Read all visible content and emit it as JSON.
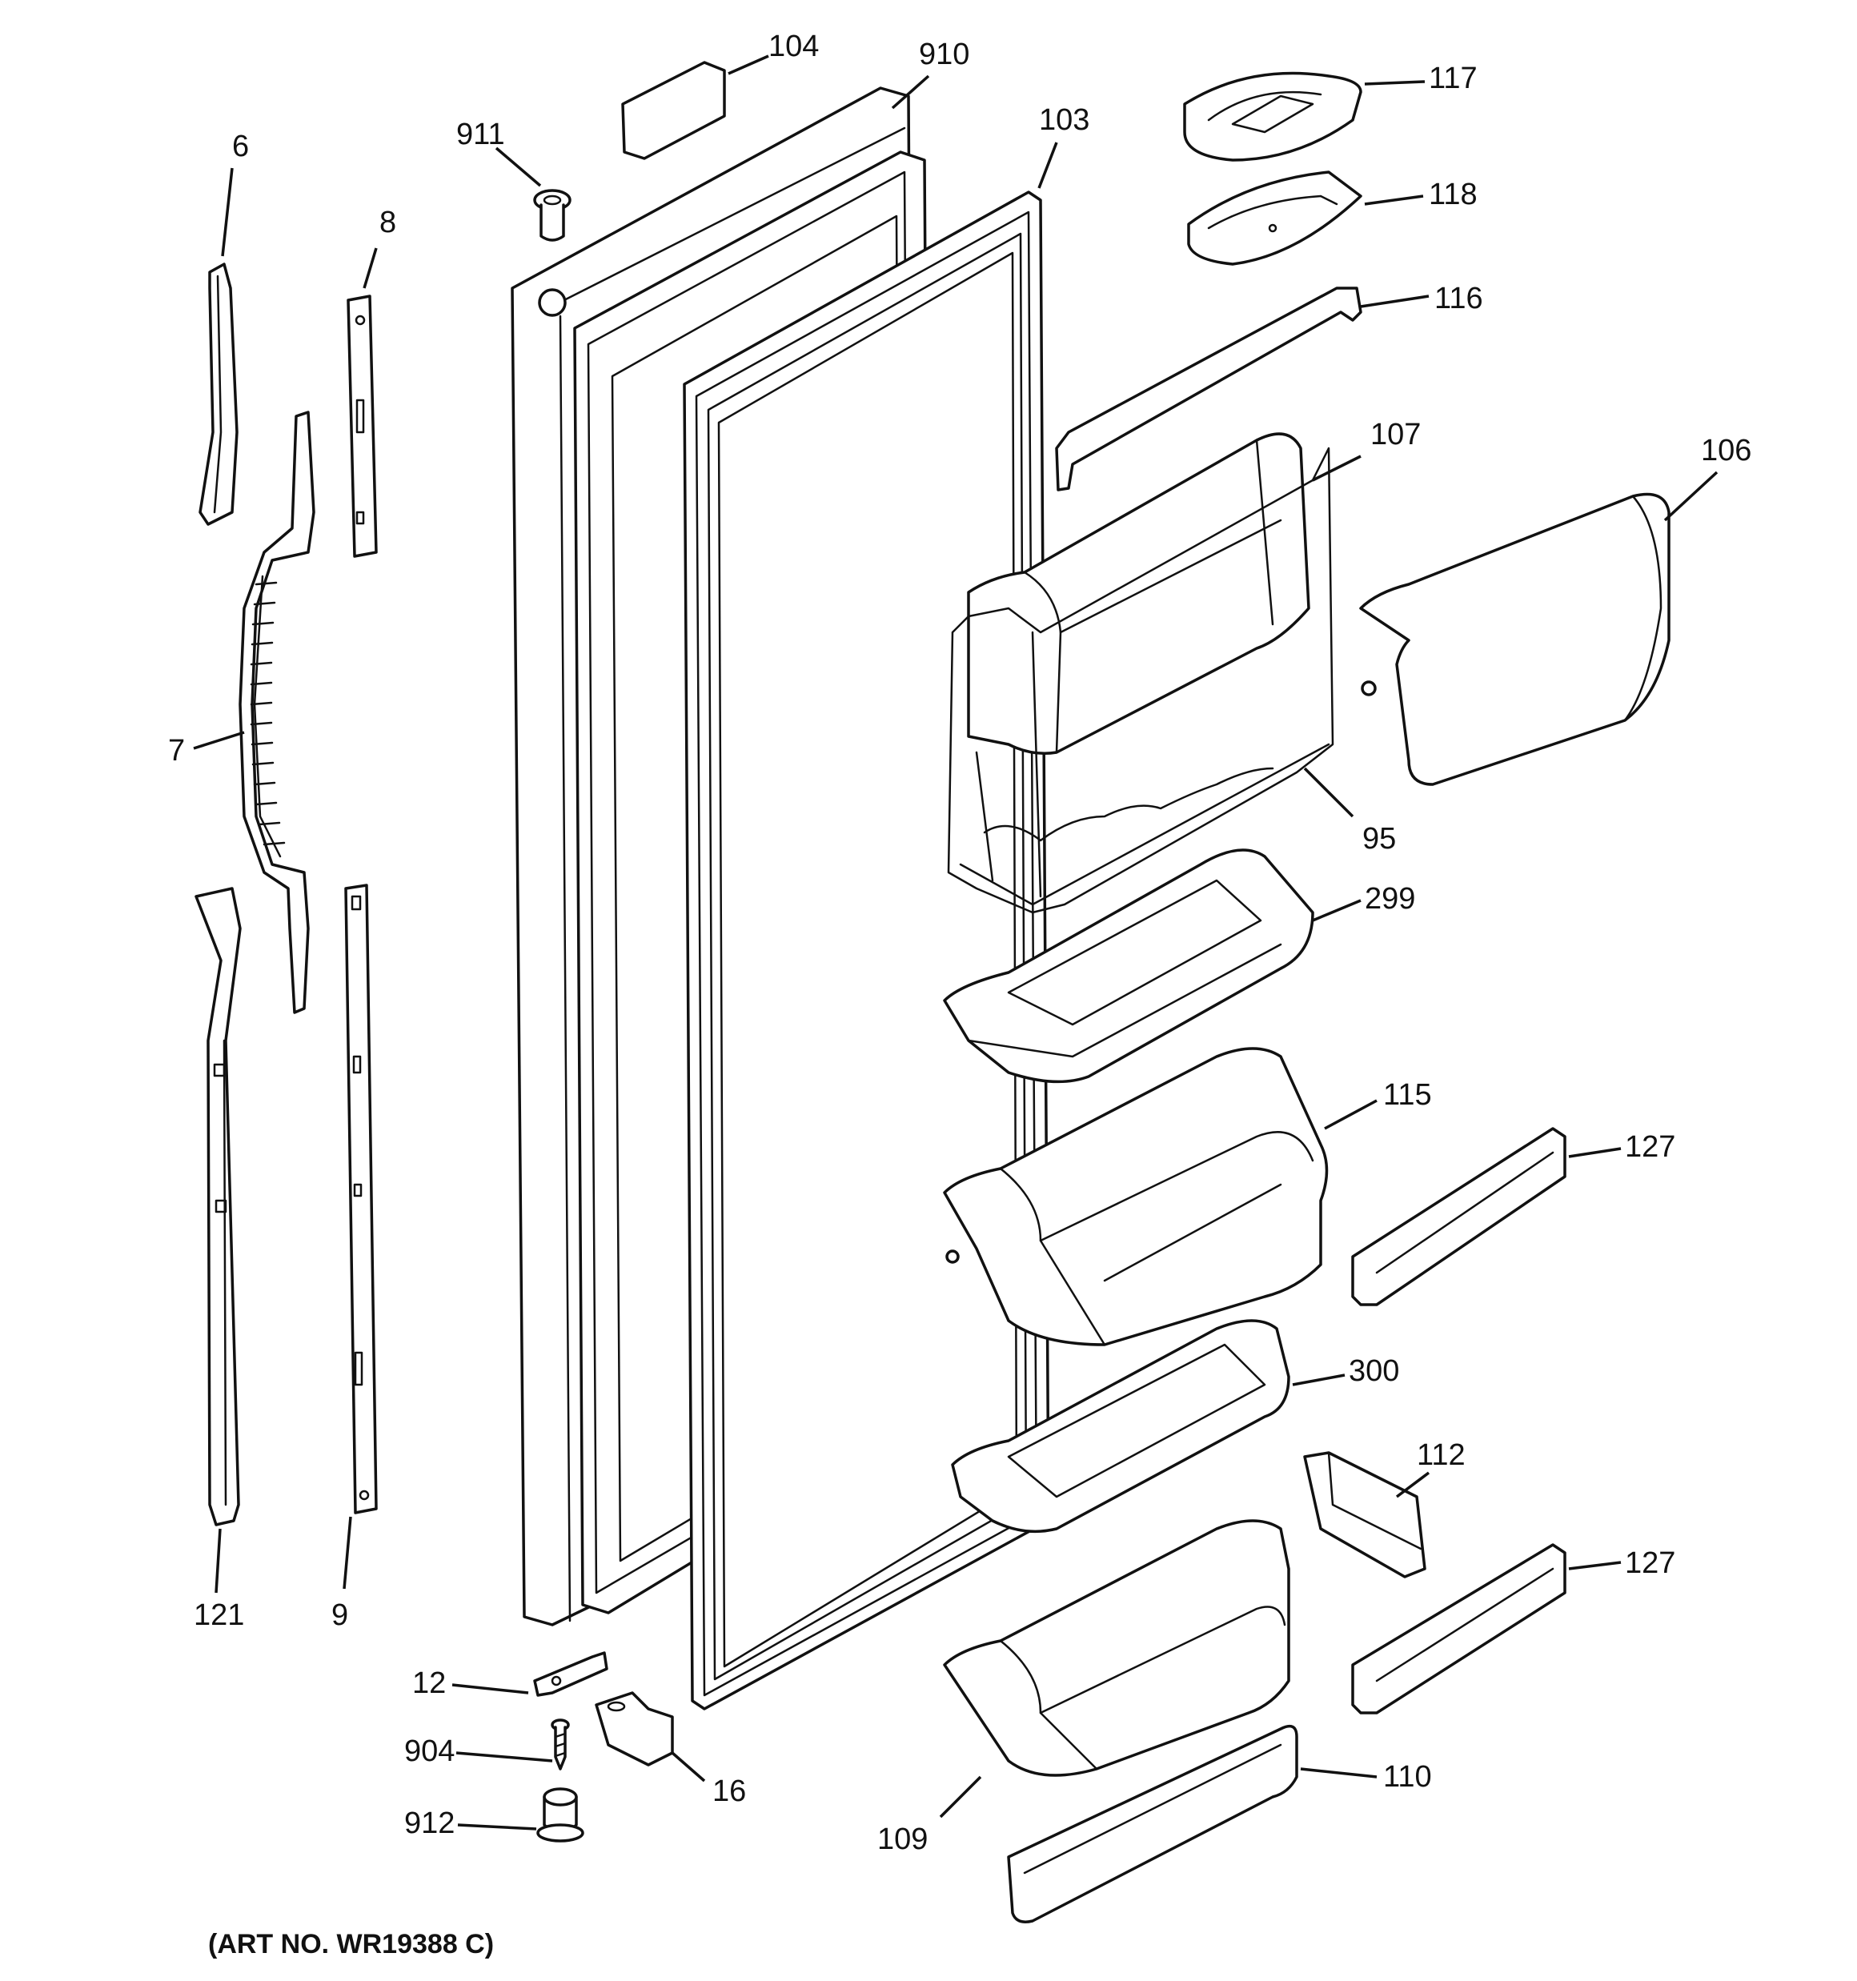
{
  "diagram": {
    "art_number": "(ART NO. WR19388 C)",
    "callouts": {
      "c104": "104",
      "c910": "910",
      "c103": "103",
      "c911": "911",
      "c6": "6",
      "c8": "8",
      "c7": "7",
      "c121": "121",
      "c9": "9",
      "c117": "117",
      "c118": "118",
      "c116": "116",
      "c107": "107",
      "c106": "106",
      "c95": "95",
      "c299": "299",
      "c115": "115",
      "c127a": "127",
      "c300": "300",
      "c112": "112",
      "c127b": "127",
      "c110": "110",
      "c109": "109",
      "c12": "12",
      "c904": "904",
      "c16": "16",
      "c912": "912"
    }
  }
}
